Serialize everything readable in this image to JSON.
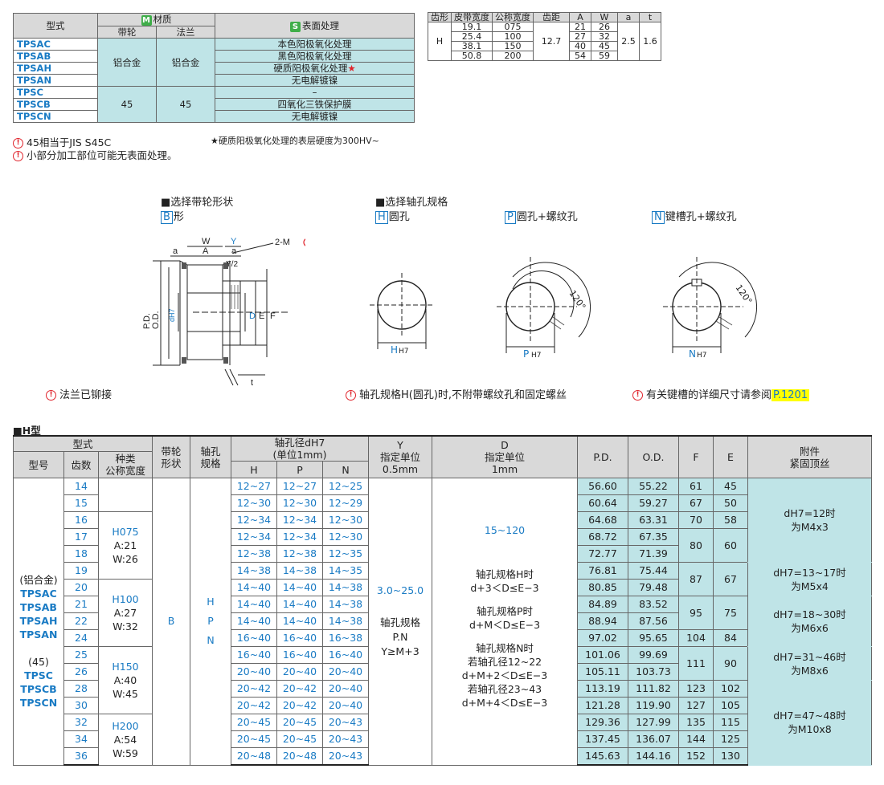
{
  "material_table": {
    "h_type": "型式",
    "h_material": "材质",
    "h_material_badge": "M",
    "h_pulley": "带轮",
    "h_flange": "法兰",
    "h_surface": "表面处理",
    "h_surface_badge": "S",
    "codes": [
      "TPSAC",
      "TPSAB",
      "TPSAH",
      "TPSAN",
      "TPSC",
      "TPSCB",
      "TPSCN"
    ],
    "pulley_mat_1": "铝合金",
    "flange_mat_1": "铝合金",
    "pulley_mat_2": "45",
    "flange_mat_2": "45",
    "surfaces": [
      "本色阳极氧化处理",
      "黑色阳极氧化处理",
      "硬质阳极氧化处理",
      "无电解镀镍",
      "–",
      "四氧化三铁保护膜",
      "无电解镀镍"
    ],
    "star": "★",
    "star_note": "★硬质阳极氧化处理的表层硬度为300HV~",
    "notes": [
      "45相当于JIS  S45C",
      "小部分加工部位可能无表面处理。"
    ]
  },
  "tooth_table": {
    "headers": [
      "齿形",
      "皮带宽度",
      "公称宽度",
      "齿距",
      "A",
      "W",
      "a",
      "t"
    ],
    "profile": "H",
    "belt_widths": [
      "19.1",
      "25.4",
      "38.1",
      "50.8"
    ],
    "nominal": [
      "075",
      "100",
      "150",
      "200"
    ],
    "pitch": "12.7",
    "A": [
      "21",
      "27",
      "40",
      "54"
    ],
    "W": [
      "26",
      "32",
      "45",
      "59"
    ],
    "a": "2.5",
    "t": "1.6"
  },
  "diagrams": {
    "title_shape": "■选择带轮形状",
    "shape_code": "B",
    "shape_label": "形",
    "title_bore": "■选择轴孔规格",
    "bore_h_code": "H",
    "bore_h_label": "圆孔",
    "bore_p_code": "P",
    "bore_p_label": "圆孔+螺纹孔",
    "bore_n_code": "N",
    "bore_n_label": "键槽孔+螺纹孔",
    "lbl_W": "W",
    "lbl_Y": "Y",
    "lbl_a": "a",
    "lbl_A": "A",
    "lbl_a2": "a",
    "lbl_Y2": "Y/2",
    "lbl_2M": "2-M",
    "lbl_PD": "P.D.",
    "lbl_OD": "O.D.",
    "lbl_dH7": "dH7",
    "lbl_D": "D",
    "lbl_E": "E",
    "lbl_F": "F",
    "lbl_t": "t",
    "dim_H": "H",
    "dim_P": "P",
    "dim_N": "N",
    "dim_sub": "H7",
    "angle": "120°",
    "note_flange": "法兰已铆接",
    "note_bore": "轴孔规格H(圆孔)时,不附带螺纹孔和固定螺丝",
    "note_key_pre": "有关键槽的详细尺寸请参阅",
    "note_key_link": "P.1201"
  },
  "main_table": {
    "section_title": "■H型",
    "h_type": "型式",
    "h_model": "型号",
    "h_teeth": "齿数",
    "h_kind": "种类\n公称宽度",
    "h_shape": "带轮\n形状",
    "h_bore": "轴孔\n规格",
    "h_diam": "轴孔径dH7\n(单位1mm)",
    "h_H": "H",
    "h_P": "P",
    "h_N": "N",
    "h_Y": "Y\n指定单位\n0.5mm",
    "h_D": "D\n指定单位\n1mm",
    "h_PD": "P.D.",
    "h_OD": "O.D.",
    "h_F": "F",
    "h_E": "E",
    "h_acc": "附件\n紧固顶丝",
    "model_lines": [
      "(铝合金)",
      "TPSAC",
      "TPSAB",
      "TPSAH",
      "TPSAN",
      "",
      "(45)",
      "TPSC",
      "TPSCB",
      "TPSCN"
    ],
    "kinds": [
      {
        "code": "H075",
        "a": "A:21",
        "w": "W:26"
      },
      {
        "code": "H100",
        "a": "A:27",
        "w": "W:32"
      },
      {
        "code": "H150",
        "a": "A:40",
        "w": "W:45"
      },
      {
        "code": "H200",
        "a": "A:54",
        "w": "W:59"
      }
    ],
    "shape": "B",
    "bore_codes": [
      "H",
      "P",
      "N"
    ],
    "y_range": "3.0~25.0",
    "y_note": "轴孔规格\nP.N\nY≥M+3",
    "d_range": "15~120",
    "d_notes": [
      "轴孔规格H时\nd+3＜D≤E−3",
      "轴孔规格P时\nd+M＜D≤E−3",
      "轴孔规格N时\n若轴孔径12~22\nd+M+2＜D≤E−3\n若轴孔径23~43\nd+M+4＜D≤E−3"
    ],
    "screws": [
      {
        "cond": "dH7=12时",
        "screw": "为M4x3"
      },
      {
        "cond": "dH7=13~17时",
        "screw": "为M5x4"
      },
      {
        "cond": "dH7=18~30时",
        "screw": "为M6x6"
      },
      {
        "cond": "dH7=31~46时",
        "screw": "为M8x6"
      },
      {
        "cond": "dH7=47~48时",
        "screw": "为M10x8"
      }
    ],
    "rows": [
      {
        "teeth": "14",
        "H": "12~27",
        "P": "12~27",
        "N": "12~25",
        "PD": "56.60",
        "OD": "55.22",
        "F": "61",
        "E": "45"
      },
      {
        "teeth": "15",
        "H": "12~30",
        "P": "12~30",
        "N": "12~29",
        "PD": "60.64",
        "OD": "59.27",
        "F": "67",
        "E": "50"
      },
      {
        "teeth": "16",
        "H": "12~34",
        "P": "12~34",
        "N": "12~30",
        "PD": "64.68",
        "OD": "63.31",
        "F": "70",
        "E": "58"
      },
      {
        "teeth": "17",
        "H": "12~34",
        "P": "12~34",
        "N": "12~30",
        "PD": "68.72",
        "OD": "67.35",
        "F": "80",
        "E": "60"
      },
      {
        "teeth": "18",
        "H": "12~38",
        "P": "12~38",
        "N": "12~35",
        "PD": "72.77",
        "OD": "71.39",
        "F": "",
        "E": ""
      },
      {
        "teeth": "19",
        "H": "14~38",
        "P": "14~38",
        "N": "14~35",
        "PD": "76.81",
        "OD": "75.44",
        "F": "87",
        "E": "67"
      },
      {
        "teeth": "20",
        "H": "14~40",
        "P": "14~40",
        "N": "14~38",
        "PD": "80.85",
        "OD": "79.48",
        "F": "",
        "E": ""
      },
      {
        "teeth": "21",
        "H": "14~40",
        "P": "14~40",
        "N": "14~38",
        "PD": "84.89",
        "OD": "83.52",
        "F": "95",
        "E": "75"
      },
      {
        "teeth": "22",
        "H": "14~40",
        "P": "14~40",
        "N": "14~38",
        "PD": "88.94",
        "OD": "87.56",
        "F": "",
        "E": ""
      },
      {
        "teeth": "24",
        "H": "16~40",
        "P": "16~40",
        "N": "16~38",
        "PD": "97.02",
        "OD": "95.65",
        "F": "104",
        "E": "84"
      },
      {
        "teeth": "25",
        "H": "16~40",
        "P": "16~40",
        "N": "16~40",
        "PD": "101.06",
        "OD": "99.69",
        "F": "111",
        "E": "90"
      },
      {
        "teeth": "26",
        "H": "20~40",
        "P": "20~40",
        "N": "20~40",
        "PD": "105.11",
        "OD": "103.73",
        "F": "",
        "E": ""
      },
      {
        "teeth": "28",
        "H": "20~42",
        "P": "20~42",
        "N": "20~40",
        "PD": "113.19",
        "OD": "111.82",
        "F": "123",
        "E": "102"
      },
      {
        "teeth": "30",
        "H": "20~42",
        "P": "20~42",
        "N": "20~40",
        "PD": "121.28",
        "OD": "119.90",
        "F": "127",
        "E": "105"
      },
      {
        "teeth": "32",
        "H": "20~45",
        "P": "20~45",
        "N": "20~43",
        "PD": "129.36",
        "OD": "127.99",
        "F": "135",
        "E": "115"
      },
      {
        "teeth": "34",
        "H": "20~45",
        "P": "20~45",
        "N": "20~43",
        "PD": "137.45",
        "OD": "136.07",
        "F": "144",
        "E": "125"
      },
      {
        "teeth": "36",
        "H": "20~48",
        "P": "20~48",
        "N": "20~43",
        "PD": "145.63",
        "OD": "144.16",
        "F": "152",
        "E": "130"
      }
    ]
  },
  "colors": {
    "accent_blue": "#1a7bc4",
    "teal": "#bfe4e7",
    "header_gray": "#d9d9d9",
    "badge_green": "#3fae49",
    "highlight": "#ffff00",
    "warn_red": "#e0242c"
  }
}
